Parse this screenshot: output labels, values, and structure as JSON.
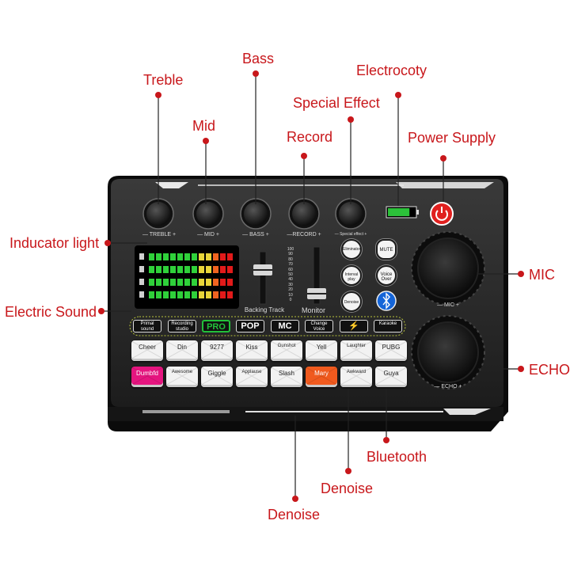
{
  "callouts": {
    "treble": "Treble",
    "mid": "Mid",
    "bass": "Bass",
    "record": "Record",
    "special_effect": "Special Effect",
    "electrocoty": "Electrocoty",
    "power_supply": "Power Supply",
    "inducator_light": "Inducator light",
    "mic": "MIC",
    "electric_sound": "Electric Sound",
    "echo": "ECHO",
    "bluetooth": "Bluetooth",
    "denoise_1": "Denoise",
    "denoise_2": "Denoise"
  },
  "knob_labels": {
    "treble": "— TREBLE +",
    "mid": "— MID +",
    "bass": "— BASS +",
    "record": "—RECORD +",
    "special_effect": "— Special effect +",
    "mic": "— MIC +",
    "echo": "— ECHO +"
  },
  "fader_labels": {
    "backing_track": "Backing Track",
    "monitor": "Monitor"
  },
  "fader_scale": [
    "100",
    "90",
    "80",
    "70",
    "60",
    "50",
    "40",
    "30",
    "20",
    "10",
    "0"
  ],
  "round_buttons": {
    "eliminator": "Eliminator",
    "mute": "MUTE",
    "interval_play": "Interval play",
    "voice_over": "Voice Over",
    "denoise": "Denoise"
  },
  "modes": [
    {
      "label": "Primal sound",
      "style": "small"
    },
    {
      "label": "Recording studio",
      "style": "small"
    },
    {
      "label": "PRO",
      "style": "pro"
    },
    {
      "label": "POP",
      "style": "big"
    },
    {
      "label": "MC",
      "style": "big"
    },
    {
      "label": "Change Voice",
      "style": "small"
    },
    {
      "label": "⚡",
      "style": "big"
    },
    {
      "label": "Karaoke",
      "style": "small"
    }
  ],
  "pads_row1": [
    "Cheer",
    "Din",
    "9277",
    "Kiss",
    "Gunshot",
    "Yell",
    "Laughter",
    "PUBG"
  ],
  "pads_row2": [
    "Dumbfd",
    "Awesome",
    "Giggle",
    "Applause",
    "Slash",
    "Mary",
    "Awkward",
    "Guya"
  ],
  "colors": {
    "callout_red": "#c8171b",
    "pad_pink": "#e5157f",
    "pad_orange": "#f05a1e",
    "pro_green": "#22c13a",
    "bluetooth_blue": "#1565d8",
    "power_red": "#e0201f"
  },
  "battery_level": 0.8
}
